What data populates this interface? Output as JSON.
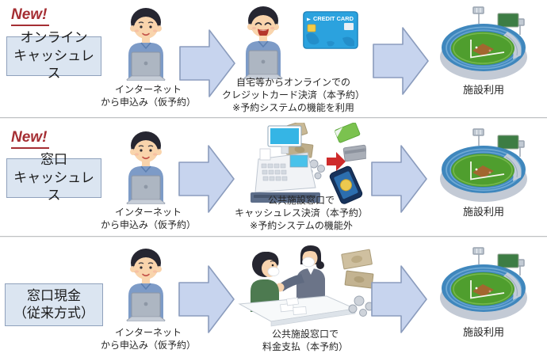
{
  "colors": {
    "accent_red": "#a52e33",
    "method_box_bg": "#dbe5f1",
    "method_box_border": "#8fa1bc",
    "arrow_fill": "#c7d4ee",
    "arrow_border": "#8b9cbd"
  },
  "credit_card": {
    "label": "CREDIT CARD"
  },
  "rows": [
    {
      "badge": "New!",
      "method": {
        "line1": "オンライン",
        "line2": "キャッシュレス"
      },
      "step1": {
        "caption1": "インターネット",
        "caption2": "から申込み（仮予約）"
      },
      "step2": {
        "caption1": "自宅等からオンラインでの",
        "caption2": "クレジットカード決済（本予約）",
        "caption3": "※予約システムの機能を利用"
      },
      "step3": {
        "caption": "施設利用"
      }
    },
    {
      "badge": "New!",
      "method": {
        "line1": "窓口",
        "line2": "キャッシュレス"
      },
      "step1": {
        "caption1": "インターネット",
        "caption2": "から申込み（仮予約）"
      },
      "step2": {
        "caption1": "公共施設窓口で",
        "caption2": "キャッシュレス決済（本予約）",
        "caption3": "※予約システムの機能外"
      },
      "step3": {
        "caption": "施設利用"
      }
    },
    {
      "method": {
        "line1": "窓口現金",
        "line2": "（従来方式）"
      },
      "step1": {
        "caption1": "インターネット",
        "caption2": "から申込み（仮予約）"
      },
      "step2": {
        "caption1": "公共施設窓口で",
        "caption2": "料金支払（本予約）"
      },
      "step3": {
        "caption": "施設利用"
      }
    }
  ]
}
